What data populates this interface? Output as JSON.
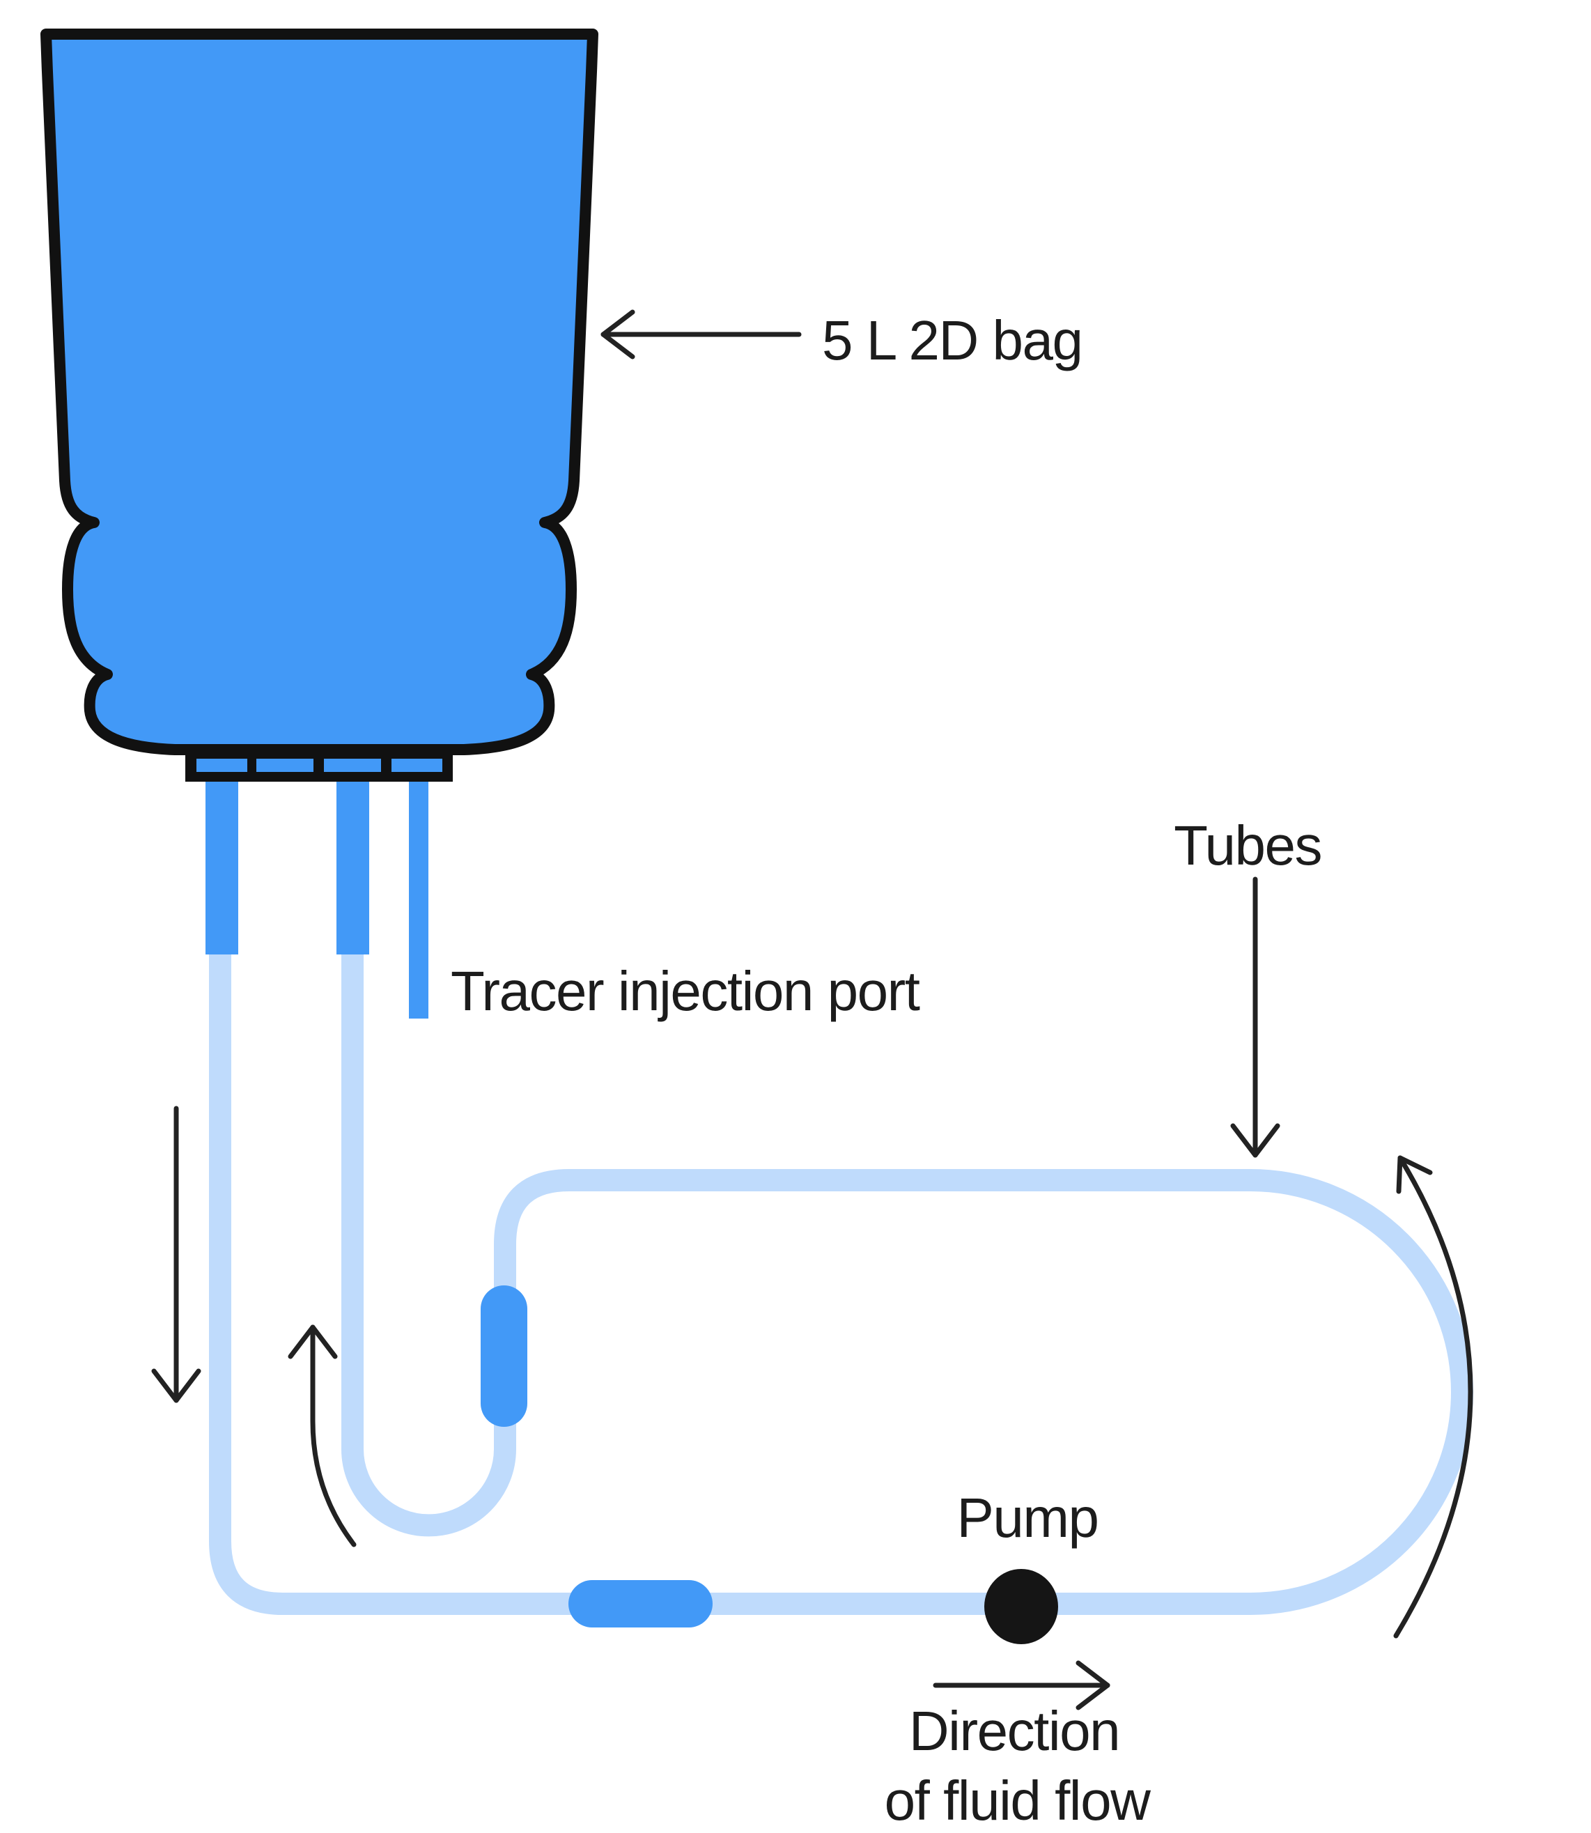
{
  "labels": {
    "bag": "5 L 2D bag",
    "tracer_port": "Tracer injection port",
    "tubes": "Tubes",
    "pump": "Pump",
    "direction_line1": "Direction",
    "direction_line2": "of fluid flow"
  },
  "colors": {
    "bag_fill": "#4299F7",
    "connector_blue": "#4299F7",
    "tube_light": "#BFDBFC",
    "outline_black": "#111111",
    "arrow_black": "#222222",
    "pump_black": "#151515",
    "text_black": "#1c1c1c",
    "background": "#FFFFFF"
  }
}
